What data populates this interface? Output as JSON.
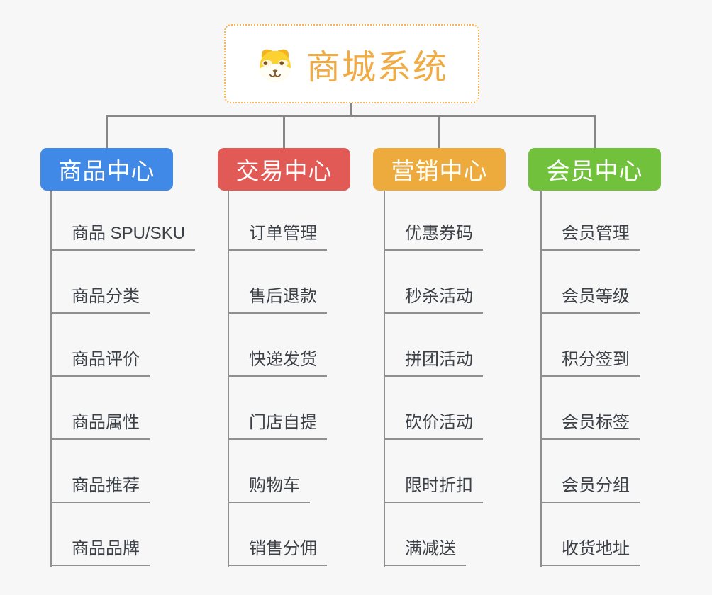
{
  "page": {
    "background_color": "#f7f7f7",
    "connector_color": "#868686",
    "underline_color": "#8f8f8f",
    "leaf_text_color": "#3c4147"
  },
  "root": {
    "title": "商城系统",
    "title_color": "#f0ab44",
    "border_color": "#f5b851",
    "background": "#ffffff",
    "icon": "dog-face-icon"
  },
  "branches": [
    {
      "label": "商品中心",
      "color": "#4189e6",
      "items": [
        "商品 SPU/SKU",
        "商品分类",
        "商品评价",
        "商品属性",
        "商品推荐",
        "商品品牌"
      ]
    },
    {
      "label": "交易中心",
      "color": "#e25a56",
      "items": [
        "订单管理",
        "售后退款",
        "快递发货",
        "门店自提",
        "购物车",
        "销售分佣"
      ]
    },
    {
      "label": "营销中心",
      "color": "#edaa3d",
      "items": [
        "优惠券码",
        "秒杀活动",
        "拼团活动",
        "砍价活动",
        "限时折扣",
        "满减送"
      ]
    },
    {
      "label": "会员中心",
      "color": "#71c13d",
      "items": [
        "会员管理",
        "会员等级",
        "积分签到",
        "会员标签",
        "会员分组",
        "收货地址"
      ]
    }
  ]
}
